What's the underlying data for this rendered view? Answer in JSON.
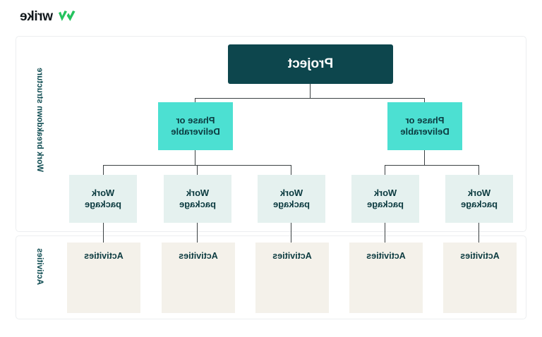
{
  "logo": {
    "name": "wrike",
    "mark_icon": "wrike-checkmark-icon",
    "mark_color": "#24c35e",
    "text_color": "#11181c"
  },
  "sections": [
    {
      "id": "work-breakdown-structure",
      "label": "Work breakdown structure"
    },
    {
      "id": "activities",
      "label": "Activities"
    }
  ],
  "colors": {
    "project": "#0d464d",
    "phase": "#4ce0d2",
    "work_package": "#e5f1ef",
    "activities": "#f4f1ea",
    "label_text": "#0f4c52",
    "connector": "#3b4143",
    "panel_border": "#eceef0"
  },
  "diagram": {
    "type": "work-breakdown-structure",
    "root": {
      "label": "Project"
    },
    "phases": [
      {
        "label": "Phase or\nDeliverable",
        "line1": "Phase or",
        "line2": "Deliverable"
      },
      {
        "label": "Phase or\nDeliverable",
        "line1": "Phase or",
        "line2": "Deliverable"
      }
    ],
    "work_packages": [
      {
        "line1": "Work",
        "line2": "package"
      },
      {
        "line1": "Work",
        "line2": "package"
      },
      {
        "line1": "Work",
        "line2": "package"
      },
      {
        "line1": "Work",
        "line2": "package"
      },
      {
        "line1": "Work",
        "line2": "package"
      }
    ],
    "activities": [
      {
        "label": "Activities"
      },
      {
        "label": "Activities"
      },
      {
        "label": "Activities"
      },
      {
        "label": "Activities"
      },
      {
        "label": "Activities"
      }
    ]
  }
}
